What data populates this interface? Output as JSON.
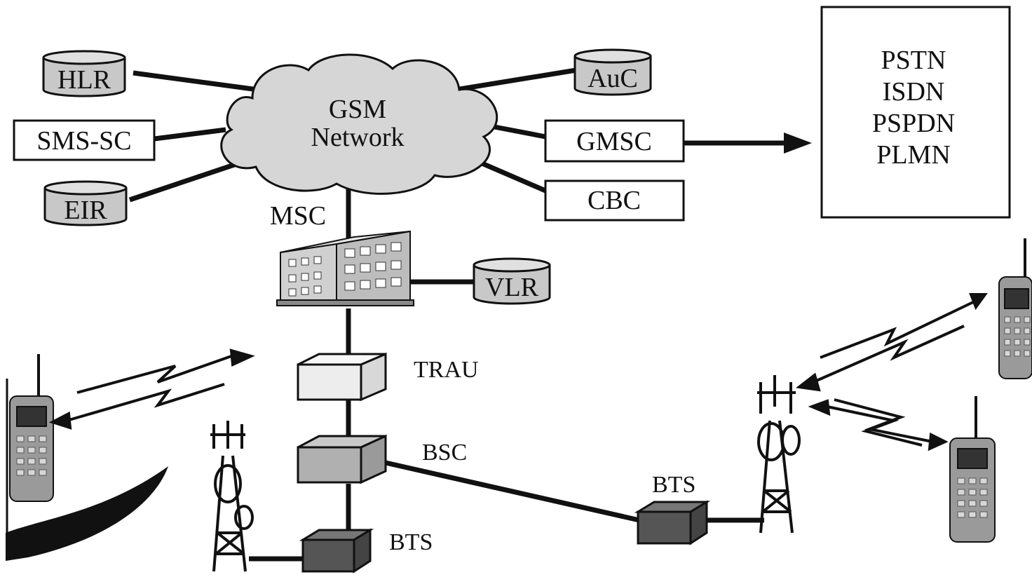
{
  "cloud": {
    "line1": "GSM",
    "line2": "Network"
  },
  "databases": {
    "hlr": "HLR",
    "auc": "AuC",
    "eir": "EIR",
    "vlr": "VLR"
  },
  "boxes": {
    "sms_sc": "SMS-SC",
    "gmsc": "GMSC",
    "cbc": "CBC"
  },
  "external_networks": [
    "PSTN",
    "ISDN",
    "PSPDN",
    "PLMN"
  ],
  "labels": {
    "msc": "MSC",
    "trau": "TRAU",
    "bsc": "BSC",
    "bts_left": "BTS",
    "bts_right": "BTS"
  },
  "colors": {
    "line": "#111111",
    "db_fill": "#c8c8c8",
    "cloud_fill": "#d6d6d6",
    "trau_fill": "#e6e6e6",
    "bsc_fill": "#b0b0b0",
    "bts_fill": "#555555",
    "phone_fill": "#9a9a9a"
  }
}
